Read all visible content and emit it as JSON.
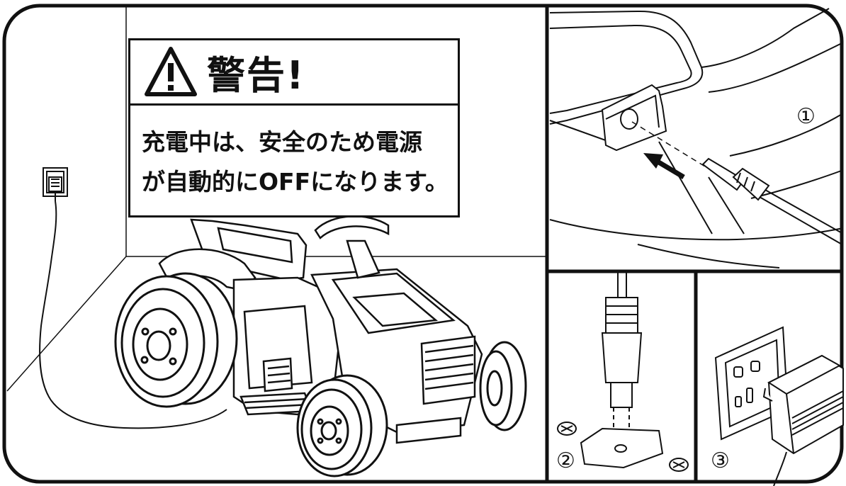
{
  "warning": {
    "title": "警告!",
    "body_line1": "充電中は、安全のため電源",
    "body_line2": "が自動的にOFFになります。"
  },
  "panels": {
    "step1_number": "①",
    "step2_number": "②",
    "step3_number": "③"
  },
  "icons": {
    "warning": "warning-triangle-icon",
    "wall_outlet": "wall-outlet-icon"
  }
}
